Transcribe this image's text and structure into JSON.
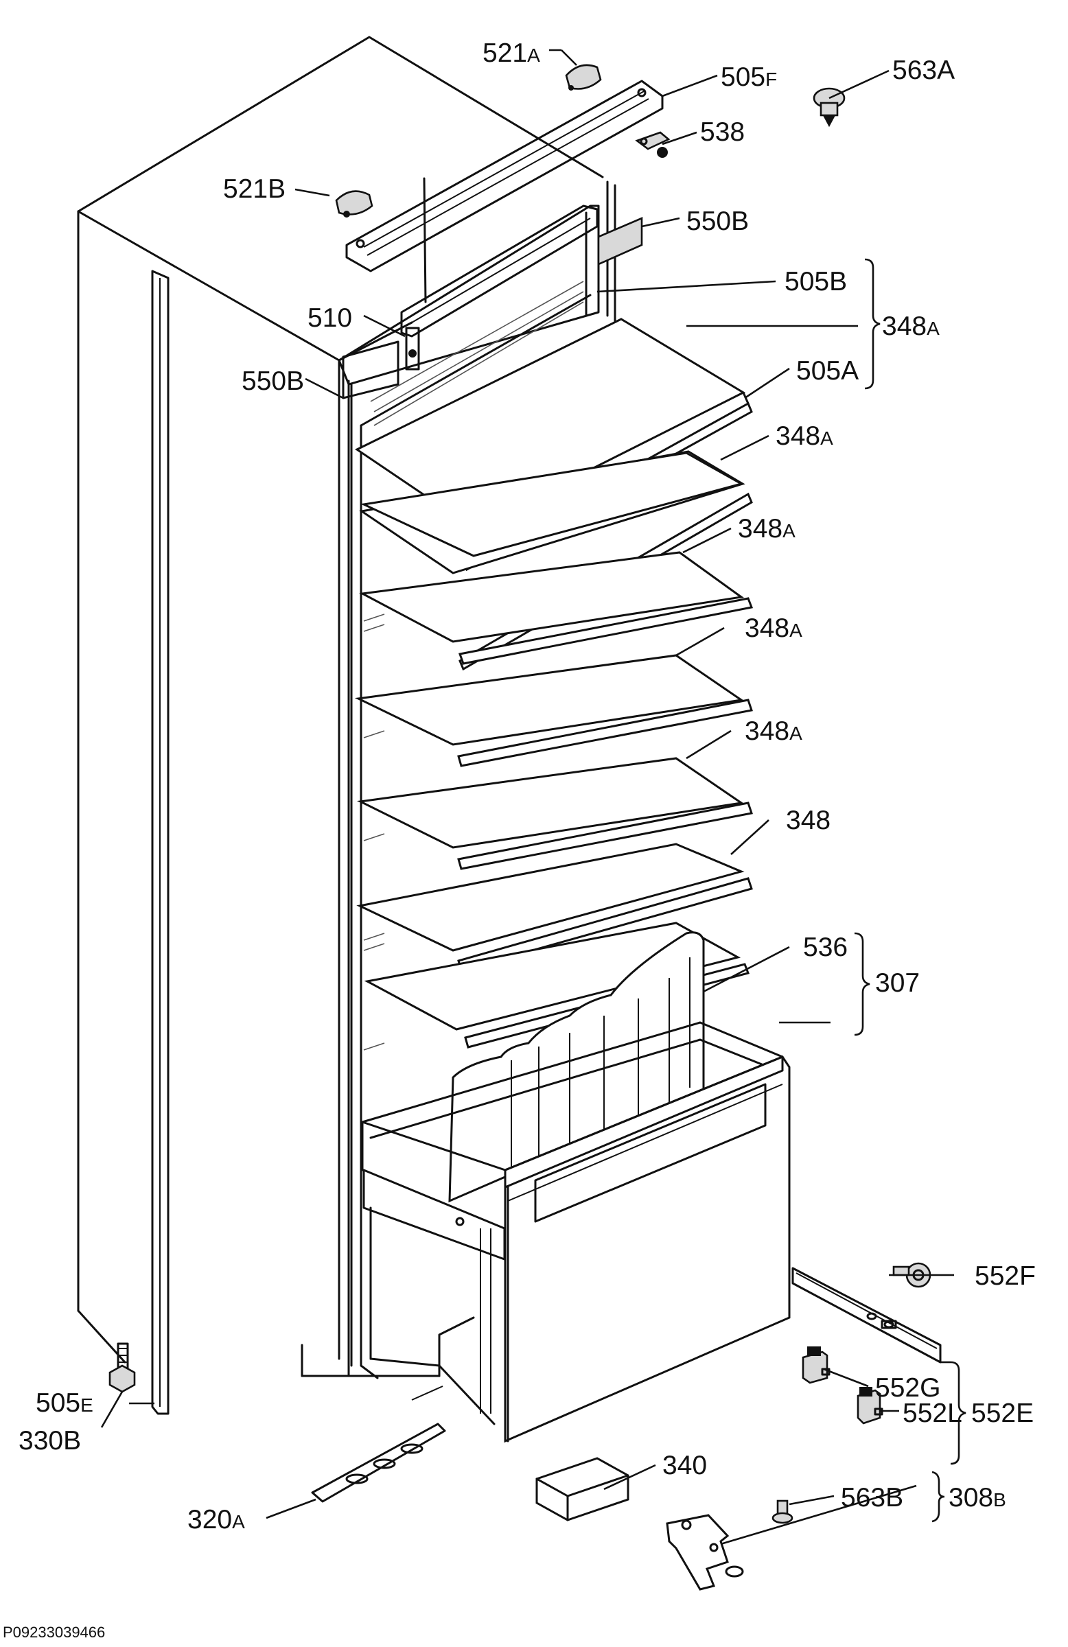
{
  "labels": [
    {
      "id": "521A",
      "main": "521",
      "sub": "A"
    },
    {
      "id": "505F",
      "main": "505",
      "sub": "F"
    },
    {
      "id": "563A",
      "main": "563A",
      "sub": ""
    },
    {
      "id": "538",
      "main": "538",
      "sub": ""
    },
    {
      "id": "521B",
      "main": "521B",
      "sub": ""
    },
    {
      "id": "550B-top",
      "main": "550B",
      "sub": ""
    },
    {
      "id": "505B",
      "main": "505B",
      "sub": ""
    },
    {
      "id": "510",
      "main": "510",
      "sub": ""
    },
    {
      "id": "348A-group",
      "main": "348",
      "sub": "A"
    },
    {
      "id": "550B-left",
      "main": "550B",
      "sub": ""
    },
    {
      "id": "505A",
      "main": "505A",
      "sub": ""
    },
    {
      "id": "348A-1",
      "main": "348",
      "sub": "A"
    },
    {
      "id": "348A-2",
      "main": "348",
      "sub": "A"
    },
    {
      "id": "348A-3",
      "main": "348",
      "sub": "A"
    },
    {
      "id": "348A-4",
      "main": "348",
      "sub": "A"
    },
    {
      "id": "348",
      "main": "348",
      "sub": ""
    },
    {
      "id": "536",
      "main": "536",
      "sub": ""
    },
    {
      "id": "307",
      "main": "307",
      "sub": ""
    },
    {
      "id": "552F",
      "main": "552F",
      "sub": ""
    },
    {
      "id": "552G",
      "main": "552G",
      "sub": ""
    },
    {
      "id": "552E",
      "main": "552E",
      "sub": ""
    },
    {
      "id": "552L",
      "main": "552L",
      "sub": ""
    },
    {
      "id": "505E",
      "main": "505",
      "sub": "E"
    },
    {
      "id": "330B",
      "main": "330B",
      "sub": ""
    },
    {
      "id": "340",
      "main": "340",
      "sub": ""
    },
    {
      "id": "563B",
      "main": "563B",
      "sub": ""
    },
    {
      "id": "308B",
      "main": "308",
      "sub": "B"
    },
    {
      "id": "320A",
      "main": "320",
      "sub": "A"
    }
  ],
  "drawing_code": "P09233039466"
}
